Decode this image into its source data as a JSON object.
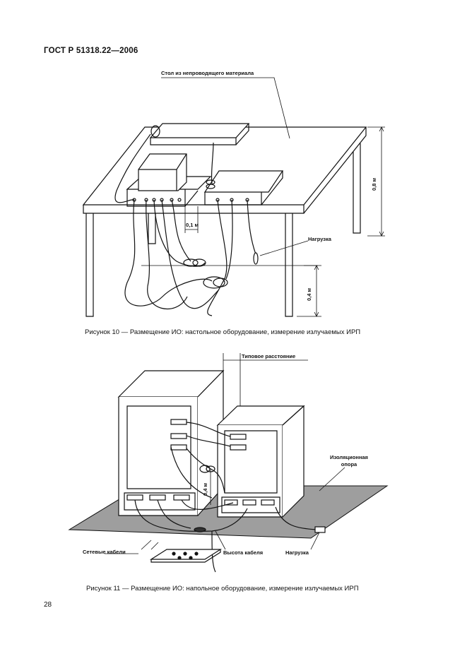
{
  "header": {
    "doc_code": "ГОСТ Р 51318.22—2006"
  },
  "figure10": {
    "caption": "Рисунок 10 — Размещение ИО: настольное оборудование, измерение излучаемых ИРП",
    "labels": {
      "table": "Стол из непроводящего материала",
      "load": "Нагрузка",
      "dist_01": "0,1 м",
      "height_08": "0,8 м",
      "height_04": "0,4 м"
    }
  },
  "figure11": {
    "caption": "Рисунок 11 — Размещение ИО: напольное оборудование, измерение излучаемых ИРП",
    "labels": {
      "typical_distance": "Типовое расстояние",
      "insulating_support": "Изоляционная опора",
      "power_cables": "Сетевые кабели",
      "cable_height": "Высота кабеля",
      "load": "Нагрузка",
      "height_04": "0,4 м"
    }
  },
  "footer": {
    "page_number": "28"
  }
}
